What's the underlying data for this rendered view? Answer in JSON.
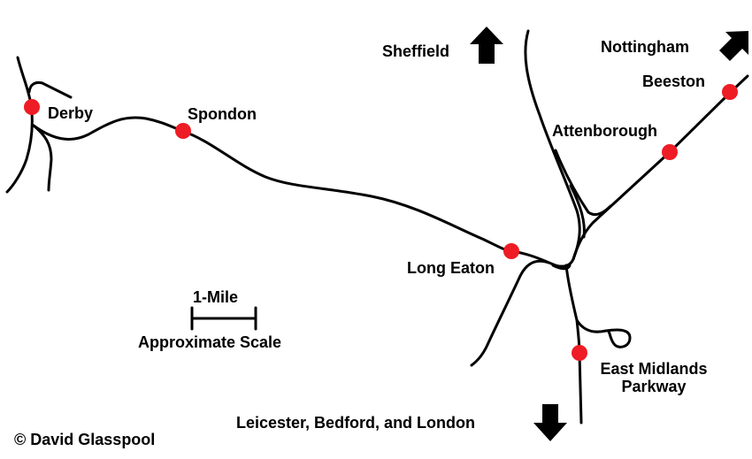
{
  "stations": [
    {
      "name": "Derby"
    },
    {
      "name": "Spondon"
    },
    {
      "name": "Long Eaton"
    },
    {
      "name": "Attenborough"
    },
    {
      "name": "Beeston"
    },
    {
      "name": "East Midlands Parkway"
    }
  ],
  "destinations": {
    "sheffield": "Sheffield",
    "nottingham": "Nottingham",
    "south": "Leicester, Bedford, and London"
  },
  "scale": {
    "title": "1-Mile",
    "caption": "Approximate Scale"
  },
  "copyright": "© David Glasspool",
  "colors": {
    "station": "#ee1c25",
    "line": "#000000"
  }
}
